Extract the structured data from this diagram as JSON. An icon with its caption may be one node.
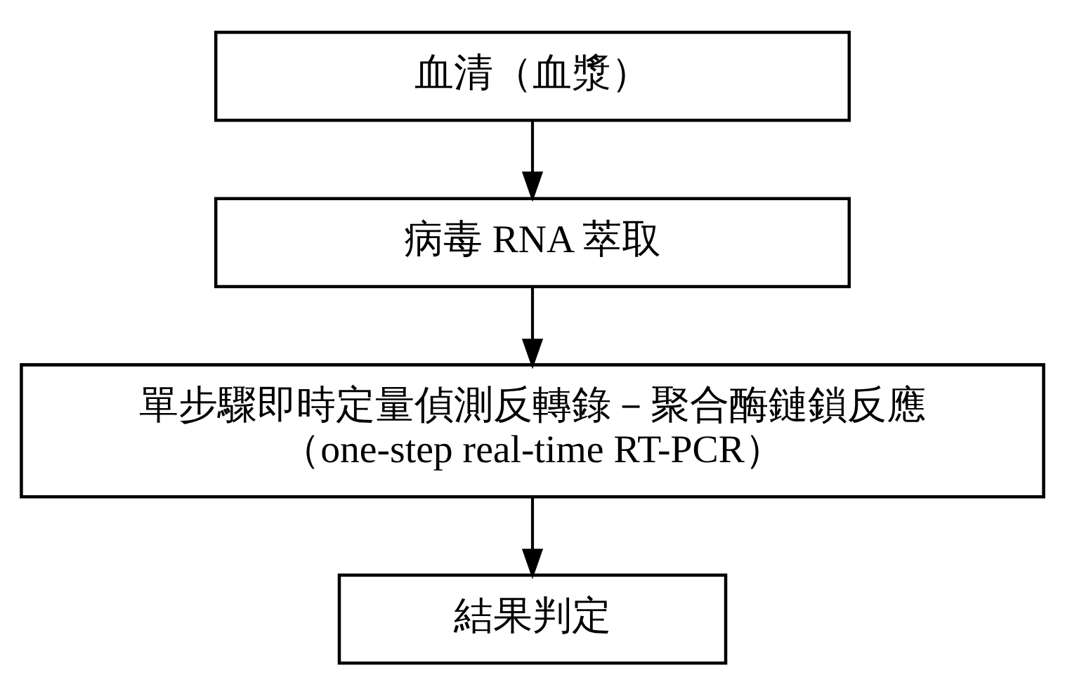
{
  "diagram": {
    "nodes": [
      {
        "text": [
          "血清（血漿）"
        ]
      },
      {
        "text": [
          "病毒 RNA 萃取"
        ]
      },
      {
        "text": [
          "單步驟即時定量偵測反轉錄－聚合酶鏈鎖反應",
          "（one-step real-time RT-PCR）"
        ]
      },
      {
        "text": [
          "結果判定"
        ]
      }
    ],
    "edges": [
      {
        "from": 0,
        "to": 1,
        "arrow": "to"
      },
      {
        "from": 1,
        "to": 2,
        "arrow": "to"
      },
      {
        "from": 2,
        "to": 3,
        "arrow": "to"
      }
    ]
  }
}
